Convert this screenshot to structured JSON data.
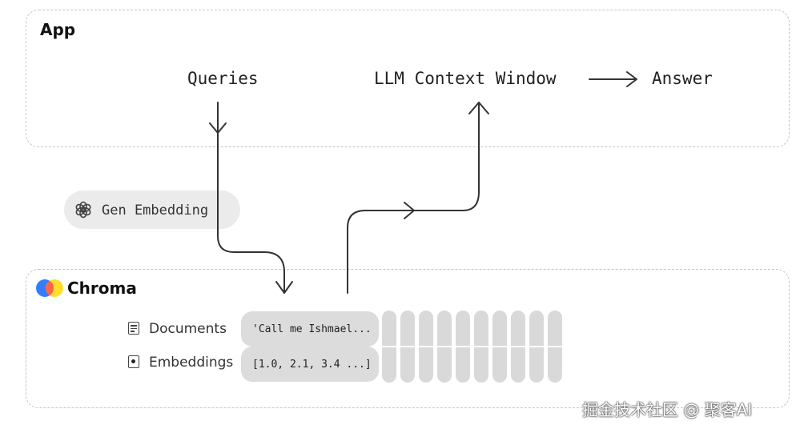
{
  "app": {
    "title": "App"
  },
  "flow": {
    "queries": "Queries",
    "context": "LLM Context Window",
    "answer": "Answer"
  },
  "embedding": {
    "label": "Gen Embedding",
    "icon": "openai-logo-icon"
  },
  "chroma": {
    "title": "Chroma",
    "logo": "chroma-logo",
    "logo_colors": [
      "#ffde2d",
      "#ff6446",
      "#327eff"
    ],
    "rows": [
      {
        "label": "Documents",
        "icon": "document-icon",
        "value": "'Call me Ishmael..."
      },
      {
        "label": "Embeddings",
        "icon": "embedding-icon",
        "value": "[1.0, 2.1, 3.4 ...]"
      }
    ]
  },
  "watermark": "掘金技术社区 @ 聚客AI"
}
